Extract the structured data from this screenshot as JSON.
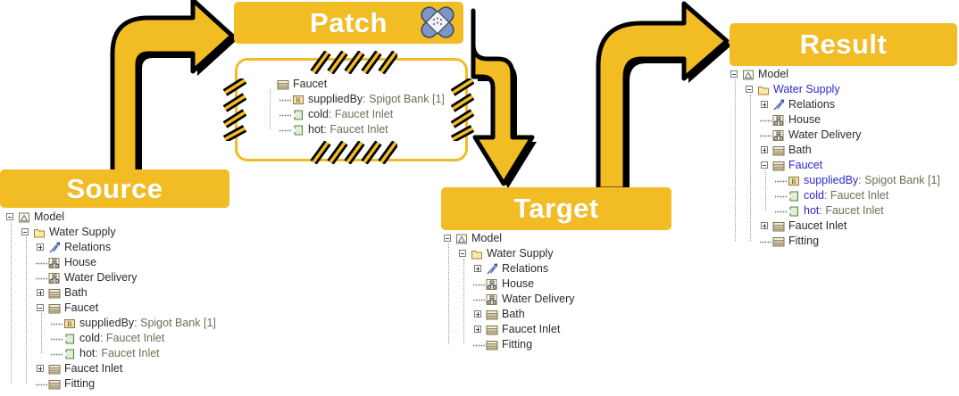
{
  "banners": {
    "source": "Source",
    "patch": "Patch",
    "target": "Target",
    "result": "Result"
  },
  "icons": {
    "bandage": "bandage-icon",
    "model": "model-icon",
    "package": "package-folder-icon",
    "relations": "relations-icon",
    "diagram": "bdd-diagram-icon",
    "block": "block-icon",
    "reference": "reference-property-icon",
    "port": "proxy-port-icon"
  },
  "colors": {
    "banner": "#F2BC24",
    "arrow_fill": "#F2BC24",
    "arrow_outline": "#000000",
    "highlight_text": "#2a2ad0",
    "type_text": "#6e6e58",
    "normal_text": "#2c2c2c"
  },
  "trees": {
    "source": [
      {
        "depth": 0,
        "twisty": "minus",
        "icon": "model",
        "name": "Model",
        "type": "",
        "style": "dark"
      },
      {
        "depth": 1,
        "twisty": "minus",
        "icon": "package",
        "name": "Water Supply",
        "type": "",
        "style": "dark"
      },
      {
        "depth": 2,
        "twisty": "plus",
        "icon": "relations",
        "name": "Relations",
        "type": "",
        "style": "dark"
      },
      {
        "depth": 2,
        "twisty": "leaf",
        "icon": "diagram",
        "name": "House",
        "type": "",
        "style": "dark"
      },
      {
        "depth": 2,
        "twisty": "leaf",
        "icon": "diagram",
        "name": "Water Delivery",
        "type": "",
        "style": "dark"
      },
      {
        "depth": 2,
        "twisty": "plus",
        "icon": "block",
        "name": "Bath",
        "type": "",
        "style": "dark"
      },
      {
        "depth": 2,
        "twisty": "minus",
        "icon": "block",
        "name": "Faucet",
        "type": "",
        "style": "dark"
      },
      {
        "depth": 3,
        "twisty": "leaf",
        "icon": "reference",
        "name": "suppliedBy",
        "type": " : Spigot Bank [1]",
        "style": "dark"
      },
      {
        "depth": 3,
        "twisty": "leaf",
        "icon": "port",
        "name": "cold",
        "type": " : Faucet Inlet",
        "style": "dark"
      },
      {
        "depth": 3,
        "twisty": "leafend",
        "icon": "port",
        "name": "hot",
        "type": " : Faucet Inlet",
        "style": "dark"
      },
      {
        "depth": 2,
        "twisty": "plus",
        "icon": "block",
        "name": "Faucet Inlet",
        "type": "",
        "style": "dark"
      },
      {
        "depth": 2,
        "twisty": "leafend",
        "icon": "block",
        "name": "Fitting",
        "type": "",
        "style": "dark"
      }
    ],
    "patch": [
      {
        "depth": 0,
        "twisty": "none",
        "icon": "block",
        "name": "Faucet",
        "type": "",
        "style": "dark"
      },
      {
        "depth": 1,
        "twisty": "leaf",
        "icon": "reference",
        "name": "suppliedBy",
        "type": " : Spigot Bank [1]",
        "style": "dark"
      },
      {
        "depth": 1,
        "twisty": "leaf",
        "icon": "port",
        "name": "cold",
        "type": " : Faucet Inlet",
        "style": "dark"
      },
      {
        "depth": 1,
        "twisty": "leafend",
        "icon": "port",
        "name": "hot",
        "type": " : Faucet Inlet",
        "style": "dark"
      }
    ],
    "target": [
      {
        "depth": 0,
        "twisty": "minus",
        "icon": "model",
        "name": "Model",
        "type": "",
        "style": "dark"
      },
      {
        "depth": 1,
        "twisty": "minus",
        "icon": "package",
        "name": "Water Supply",
        "type": "",
        "style": "dark"
      },
      {
        "depth": 2,
        "twisty": "plus",
        "icon": "relations",
        "name": "Relations",
        "type": "",
        "style": "dark"
      },
      {
        "depth": 2,
        "twisty": "leaf",
        "icon": "diagram",
        "name": "House",
        "type": "",
        "style": "dark"
      },
      {
        "depth": 2,
        "twisty": "leaf",
        "icon": "diagram",
        "name": "Water Delivery",
        "type": "",
        "style": "dark"
      },
      {
        "depth": 2,
        "twisty": "plus",
        "icon": "block",
        "name": "Bath",
        "type": "",
        "style": "dark"
      },
      {
        "depth": 2,
        "twisty": "plus",
        "icon": "block",
        "name": "Faucet Inlet",
        "type": "",
        "style": "dark"
      },
      {
        "depth": 2,
        "twisty": "leafend",
        "icon": "block",
        "name": "Fitting",
        "type": "",
        "style": "dark"
      }
    ],
    "result": [
      {
        "depth": 0,
        "twisty": "minus",
        "icon": "model",
        "name": "Model",
        "type": "",
        "style": "dark"
      },
      {
        "depth": 1,
        "twisty": "minus",
        "icon": "package",
        "name": "Water Supply",
        "type": "",
        "style": "blue"
      },
      {
        "depth": 2,
        "twisty": "plus",
        "icon": "relations",
        "name": "Relations",
        "type": "",
        "style": "dark"
      },
      {
        "depth": 2,
        "twisty": "leaf",
        "icon": "diagram",
        "name": "House",
        "type": "",
        "style": "dark"
      },
      {
        "depth": 2,
        "twisty": "leaf",
        "icon": "diagram",
        "name": "Water Delivery",
        "type": "",
        "style": "dark"
      },
      {
        "depth": 2,
        "twisty": "plus",
        "icon": "block",
        "name": "Bath",
        "type": "",
        "style": "dark"
      },
      {
        "depth": 2,
        "twisty": "minus",
        "icon": "block",
        "name": "Faucet",
        "type": "",
        "style": "blue"
      },
      {
        "depth": 3,
        "twisty": "leaf",
        "icon": "reference",
        "name": "suppliedBy",
        "type": " : Spigot Bank [1]",
        "style": "blue"
      },
      {
        "depth": 3,
        "twisty": "leaf",
        "icon": "port",
        "name": "cold",
        "type": " : Faucet Inlet",
        "style": "blue"
      },
      {
        "depth": 3,
        "twisty": "leafend",
        "icon": "port",
        "name": "hot",
        "type": " : Faucet Inlet",
        "style": "blue"
      },
      {
        "depth": 2,
        "twisty": "plus",
        "icon": "block",
        "name": "Faucet Inlet",
        "type": "",
        "style": "dark"
      },
      {
        "depth": 2,
        "twisty": "leafend",
        "icon": "block",
        "name": "Fitting",
        "type": "",
        "style": "dark"
      }
    ]
  },
  "arrows": [
    {
      "name": "arrow-source-to-patch"
    },
    {
      "name": "arrow-patch-to-target"
    },
    {
      "name": "arrow-target-to-result"
    }
  ]
}
